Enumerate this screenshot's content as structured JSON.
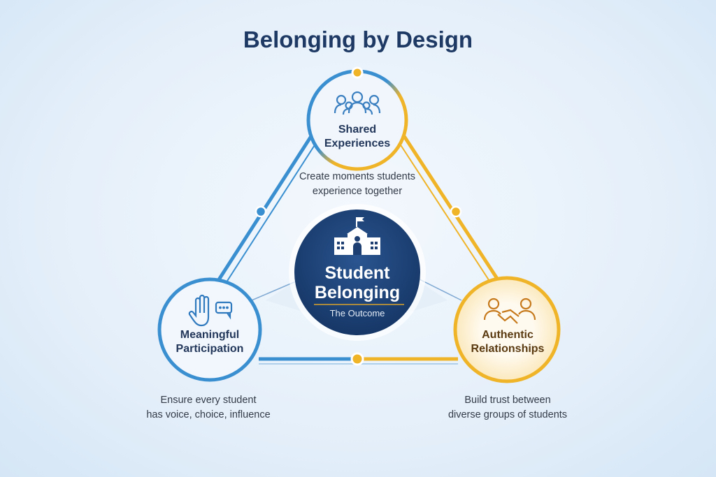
{
  "title": "Belonging by Design",
  "center": {
    "title_line1": "Student",
    "title_line2": "Belonging",
    "subtitle": "The Outcome",
    "icon": "school-icon"
  },
  "nodes": [
    {
      "label_line1": "Shared",
      "label_line2": "Experiences",
      "desc_line1": "Create moments students",
      "desc_line2": "experience together",
      "icon": "group-people-icon"
    },
    {
      "label_line1": "Meaningful",
      "label_line2": "Participation",
      "desc_line1": "Ensure every student",
      "desc_line2": "has voice, choice, influence",
      "icon": "raised-hand-chat-icon"
    },
    {
      "label_line1": "Authentic",
      "label_line2": "Relationships",
      "desc_line1": "Build trust between",
      "desc_line2": "diverse groups of students",
      "icon": "handshake-icon"
    }
  ],
  "colors": {
    "navy": "#1e3f72",
    "blue": "#3a8fd0",
    "gold": "#f0b429",
    "text": "#22375a"
  }
}
